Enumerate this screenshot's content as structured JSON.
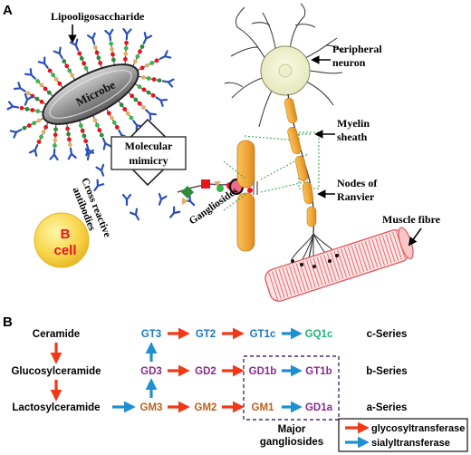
{
  "panel_a": {
    "label": "A",
    "lipooligosaccharide": "Lipooligosaccharide",
    "microbe": "Microbe",
    "molecular_mimicry_line1": "Molecular",
    "molecular_mimicry_line2": "mimicry",
    "cross_reactive_line1": "Cross reactive",
    "cross_reactive_line2": "antibodies",
    "b_cell_line1": "B",
    "b_cell_line2": "cell",
    "gangliosides": "Gangliosides",
    "peripheral_neuron_line1": "Peripheral",
    "peripheral_neuron_line2": "neuron",
    "myelin_line1": "Myelin",
    "myelin_line2": "sheath",
    "nodes_line1": "Nodes of",
    "nodes_line2": "Ranvier",
    "muscle_fibre": "Muscle fibre"
  },
  "panel_b": {
    "label": "B",
    "ceramide": "Ceramide",
    "glucosylceramide": "Glucosylceramide",
    "lactosylceramide": "Lactosylceramide",
    "gt3": "GT3",
    "gt2": "GT2",
    "gt1c": "GT1c",
    "gq1c": "GQ1c",
    "gd3": "GD3",
    "gd2": "GD2",
    "gd1b": "GD1b",
    "gt1b": "GT1b",
    "gm3": "GM3",
    "gm2": "GM2",
    "gm1": "GM1",
    "gd1a": "GD1a",
    "c_series": "c-Series",
    "b_series": "b-Series",
    "a_series": "a-Series",
    "major_line1": "Major",
    "major_line2": "gangliosides",
    "legend_glyco": "glycosyltransferase",
    "legend_sialyl": "sialyltransferase"
  },
  "colors": {
    "red_arrow": "#f03a17",
    "blue_arrow": "#1f8fd0",
    "gt_blue": "#1a78c2",
    "gd_purple": "#8a2a8f",
    "gm_orange": "#b8621b",
    "gq_green": "#22b573",
    "myelin": "#f2a93b",
    "b_cell": "#f7d447",
    "muscle": "#e86b6b",
    "antibody": "#2a4fb8"
  }
}
